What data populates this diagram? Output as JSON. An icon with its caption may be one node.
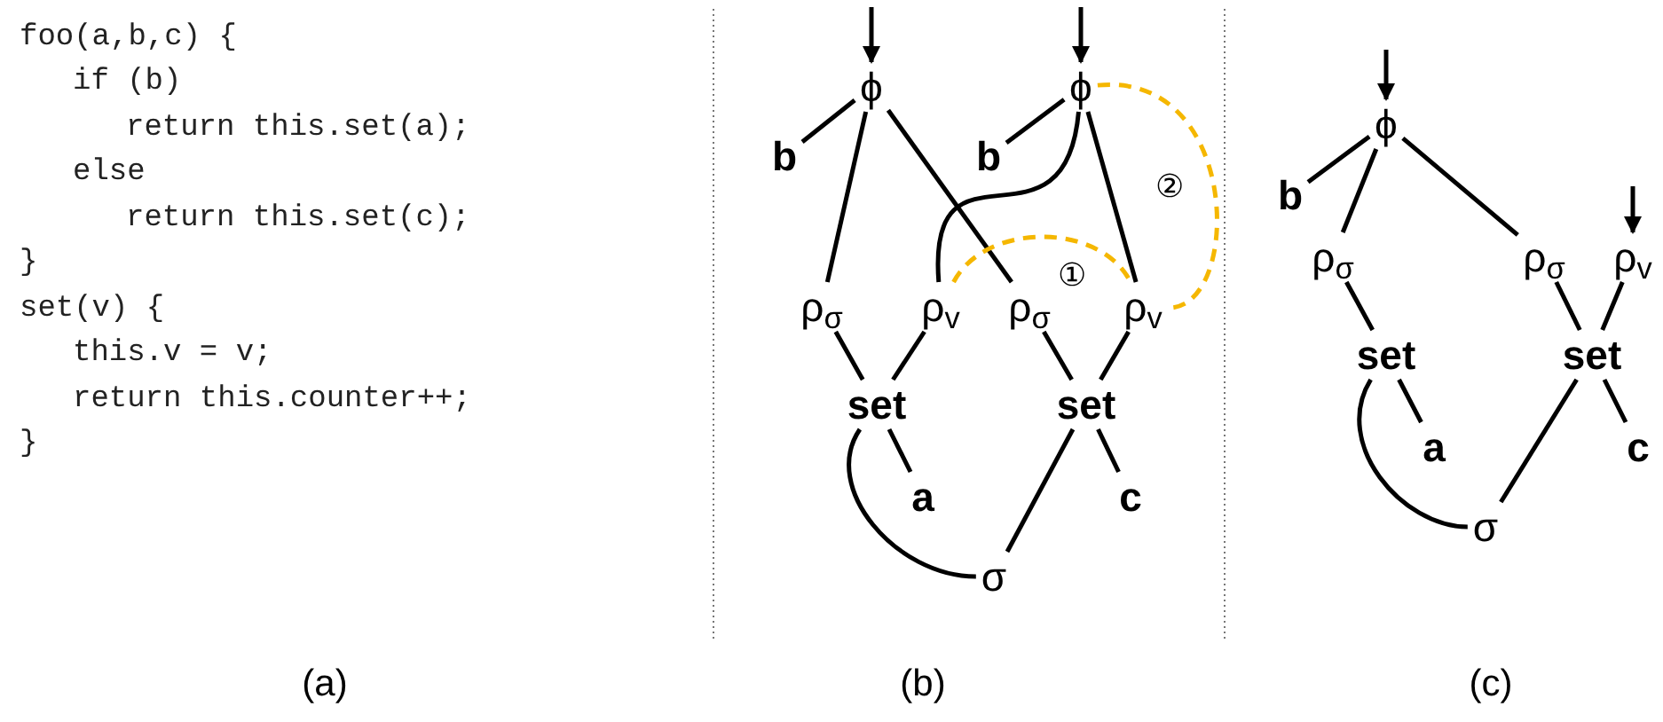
{
  "diagram": {
    "nodes": [
      {
        "text": [
          "ϕ"
        ]
      },
      {
        "text": [
          "ϕ"
        ]
      },
      {
        "text": [
          "b"
        ]
      },
      {
        "text": [
          "b"
        ]
      },
      {
        "text": [
          "ρ$_{σ}$"
        ]
      },
      {
        "text": [
          "ρ$_{v}$"
        ]
      },
      {
        "text": [
          "ρ$_{σ}$"
        ]
      },
      {
        "text": [
          "ρ$_{v}$"
        ]
      },
      {
        "text": [
          "set"
        ]
      },
      {
        "text": [
          "set"
        ]
      },
      {
        "text": [
          "a"
        ]
      },
      {
        "text": [
          "c"
        ]
      },
      {
        "text": [
          "σ"
        ]
      },
      {
        "text": [
          "ϕ"
        ]
      },
      {
        "text": [
          "b"
        ]
      },
      {
        "text": [
          "ρ$_{σ}$"
        ]
      },
      {
        "text": [
          "ρ$_{σ}$"
        ]
      },
      {
        "text": [
          "ρ$_{v}$"
        ]
      },
      {
        "text": [
          "set"
        ]
      },
      {
        "text": [
          "set"
        ]
      },
      {
        "text": [
          "a"
        ]
      },
      {
        "text": [
          "c"
        ]
      },
      {
        "text": [
          "σ"
        ]
      }
    ],
    "edges": [
      {
        "from": null,
        "to": 0,
        "arrow": "to"
      },
      {
        "from": null,
        "to": 1,
        "arrow": "to"
      },
      {
        "from": 0,
        "to": 2,
        "arrow": "none"
      },
      {
        "from": 0,
        "to": 4,
        "arrow": "none"
      },
      {
        "from": 0,
        "to": 6,
        "arrow": "none"
      },
      {
        "from": 1,
        "to": 3,
        "arrow": "none"
      },
      {
        "from": 1,
        "to": 5,
        "arrow": "none"
      },
      {
        "from": 1,
        "to": 7,
        "arrow": "none"
      },
      {
        "from": 4,
        "to": 8,
        "arrow": "none"
      },
      {
        "from": 5,
        "to": 8,
        "arrow": "none"
      },
      {
        "from": 6,
        "to": 9,
        "arrow": "none"
      },
      {
        "from": 7,
        "to": 9,
        "arrow": "none"
      },
      {
        "from": 8,
        "to": 10,
        "arrow": "none"
      },
      {
        "from": 9,
        "to": 11,
        "arrow": "none"
      },
      {
        "from": 8,
        "to": 12,
        "arrow": "none"
      },
      {
        "from": 9,
        "to": 12,
        "arrow": "none"
      },
      {
        "from": 5,
        "to": 7,
        "arrow": "none",
        "label": "①",
        "style": "dashed",
        "color": "#f5b700"
      },
      {
        "from": 1,
        "to": 7,
        "arrow": "none",
        "label": "②",
        "style": "dashed",
        "color": "#f5b700"
      },
      {
        "from": null,
        "to": 13,
        "arrow": "to"
      },
      {
        "from": null,
        "to": 17,
        "arrow": "to"
      },
      {
        "from": 13,
        "to": 14,
        "arrow": "none"
      },
      {
        "from": 13,
        "to": 15,
        "arrow": "none"
      },
      {
        "from": 13,
        "to": 16,
        "arrow": "none"
      },
      {
        "from": 15,
        "to": 18,
        "arrow": "none"
      },
      {
        "from": 16,
        "to": 19,
        "arrow": "none"
      },
      {
        "from": 17,
        "to": 19,
        "arrow": "none"
      },
      {
        "from": 18,
        "to": 20,
        "arrow": "none"
      },
      {
        "from": 19,
        "to": 21,
        "arrow": "none"
      },
      {
        "from": 18,
        "to": 22,
        "arrow": "none"
      },
      {
        "from": 19,
        "to": 22,
        "arrow": "none"
      }
    ],
    "labels": [
      "foo(a,b,c) {",
      "if (b)",
      "return this.set(a);",
      "else",
      "return this.set(c);",
      "}",
      "set(v) {",
      "this.v = v;",
      "return this.counter++;",
      "}",
      "(a)",
      "(b)",
      "(c)"
    ]
  }
}
